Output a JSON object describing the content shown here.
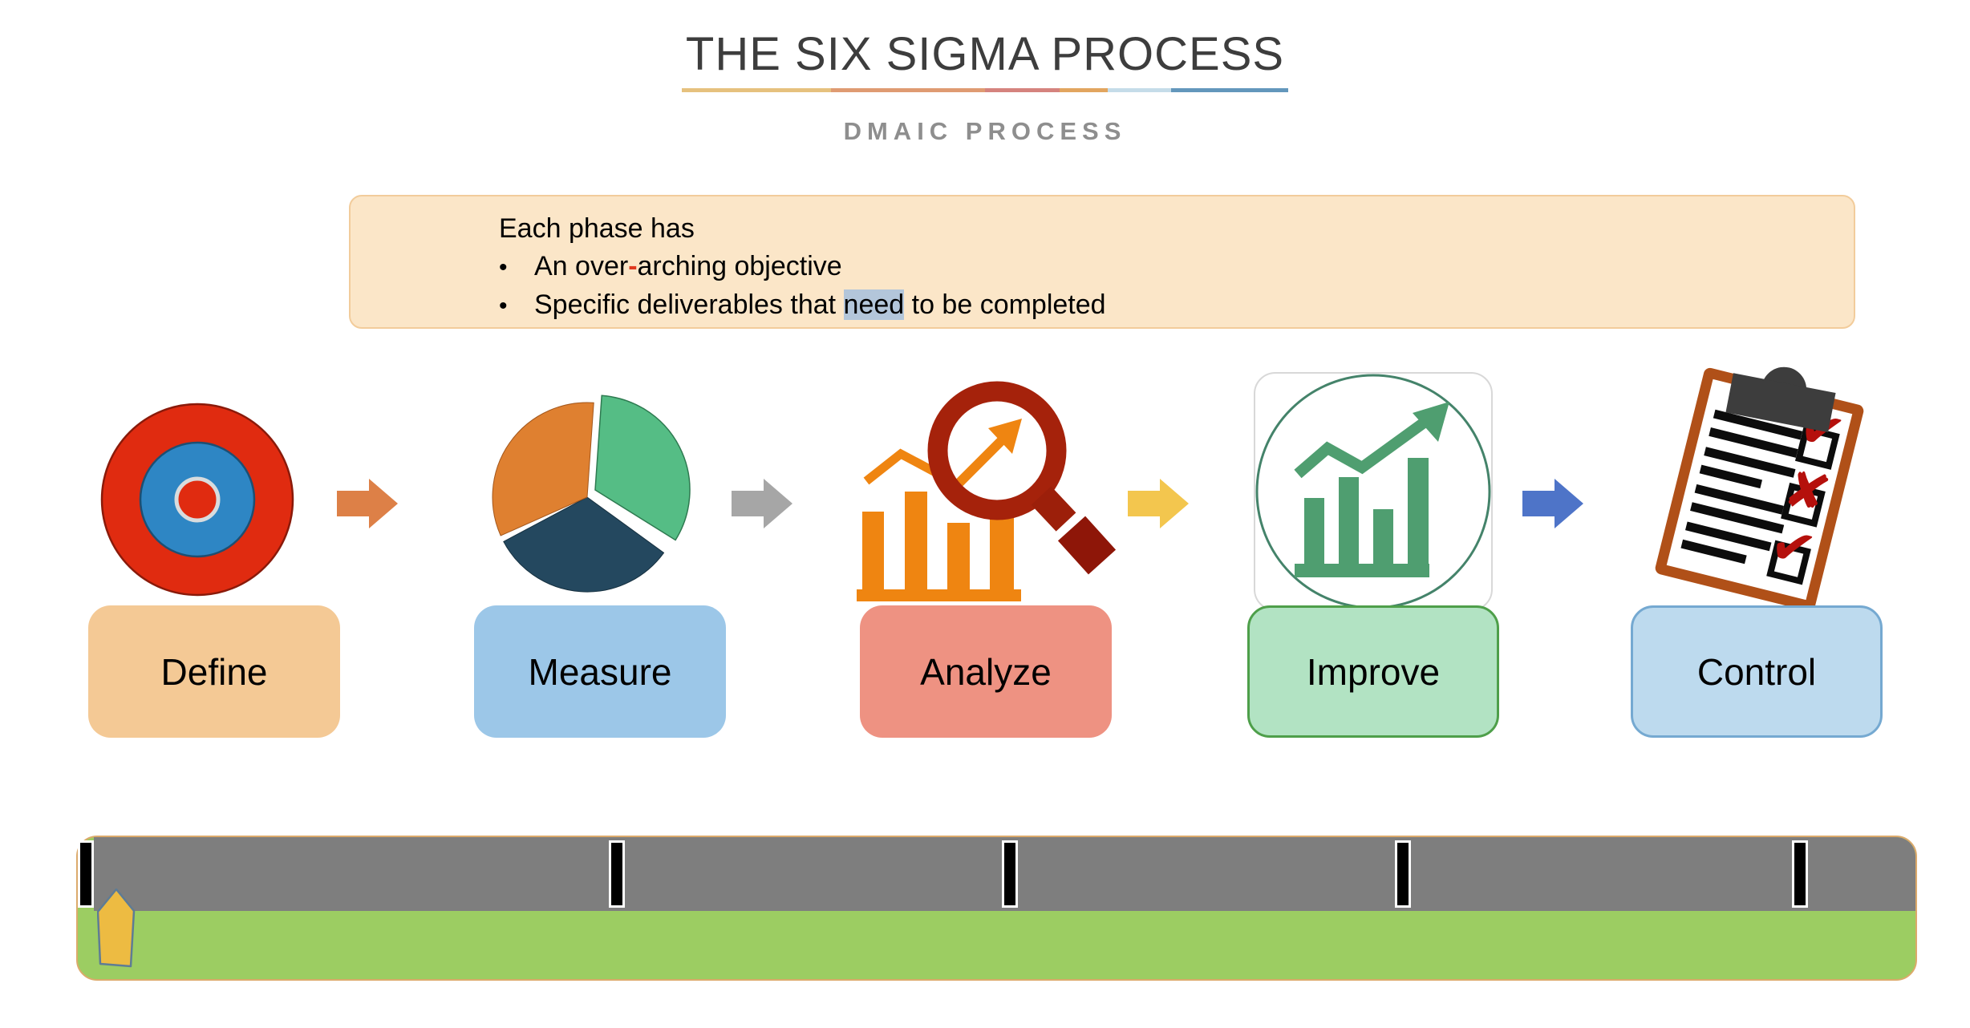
{
  "header": {
    "title": "THE SIX SIGMA PROCESS",
    "subtitle": "DMAIC PROCESS",
    "underline_segments": [
      {
        "color": "#e6c17e",
        "style": "width:186px;background:#e6c17e"
      },
      {
        "color": "#df9b72",
        "style": "width:192px;background:#df9b72"
      },
      {
        "color": "#d5837e",
        "style": "width:93px;background:#d5837e"
      },
      {
        "color": "#e2a55f",
        "style": "width:60px;background:#e2a55f"
      },
      {
        "color": "#c5dce9",
        "style": "width:79px;background:#c5dce9"
      },
      {
        "color": "#6397bc",
        "style": "width:146px;background:#6397bc"
      }
    ]
  },
  "info_box": {
    "intro": "Each phase has",
    "bullet_char": "•",
    "bullet1": {
      "before_hyphen": "An over",
      "hyphen": "-",
      "after_hyphen": "arching objective"
    },
    "bullet2": {
      "before_highlight": "Specific deliverables that ",
      "highlight": "need",
      "after_highlight": " to be completed"
    },
    "highlight_color": "#b3c6da",
    "hyphen_color": "#e0381f",
    "box_fill": "#fbe6c8",
    "box_border": "#f2cc9b"
  },
  "phases": [
    {
      "label": "Define",
      "icon": "target-icon",
      "label_fill": "#f4c995",
      "label_style": "background:#f4c995"
    },
    {
      "label": "Measure",
      "icon": "pie-chart-icon",
      "label_fill": "#9cc7e8",
      "label_style": "background:#9cc7e8"
    },
    {
      "label": "Analyze",
      "icon": "bar-chart-magnifier-icon",
      "label_fill": "#ee9282",
      "label_style": "background:#ee9282"
    },
    {
      "label": "Improve",
      "icon": "growth-chart-icon",
      "label_fill": "#b2e3c3",
      "label_border": "#4e9f4a",
      "label_style": "background:#b2e3c3;border:3px solid #4e9f4a"
    },
    {
      "label": "Control",
      "icon": "checklist-clipboard-icon",
      "label_fill": "#bddaee",
      "label_border": "#75a9d1",
      "label_style": "background:#bddaee;border:3px solid #75a9d1"
    }
  ],
  "arrows": [
    {
      "name": "arrow-define-to-measure",
      "color": "#dd8047"
    },
    {
      "name": "arrow-measure-to-analyze",
      "color": "#a6a6a6"
    },
    {
      "name": "arrow-analyze-to-improve",
      "color": "#f3c64e"
    },
    {
      "name": "arrow-improve-to-control",
      "color": "#4e74c8"
    }
  ],
  "clipboard": {
    "marks": [
      "✔",
      "✘",
      "✔"
    ],
    "mark_color": "#b5100c",
    "frame_color": "#b05018"
  },
  "road": {
    "grass_color": "#9ccd62",
    "border_color": "#dcaa6b",
    "asphalt_color": "#7e7e7e",
    "tick_color": "#000000",
    "marker_color": "#edbb42",
    "marker_border": "#5e7c95",
    "tick_count": 5
  }
}
